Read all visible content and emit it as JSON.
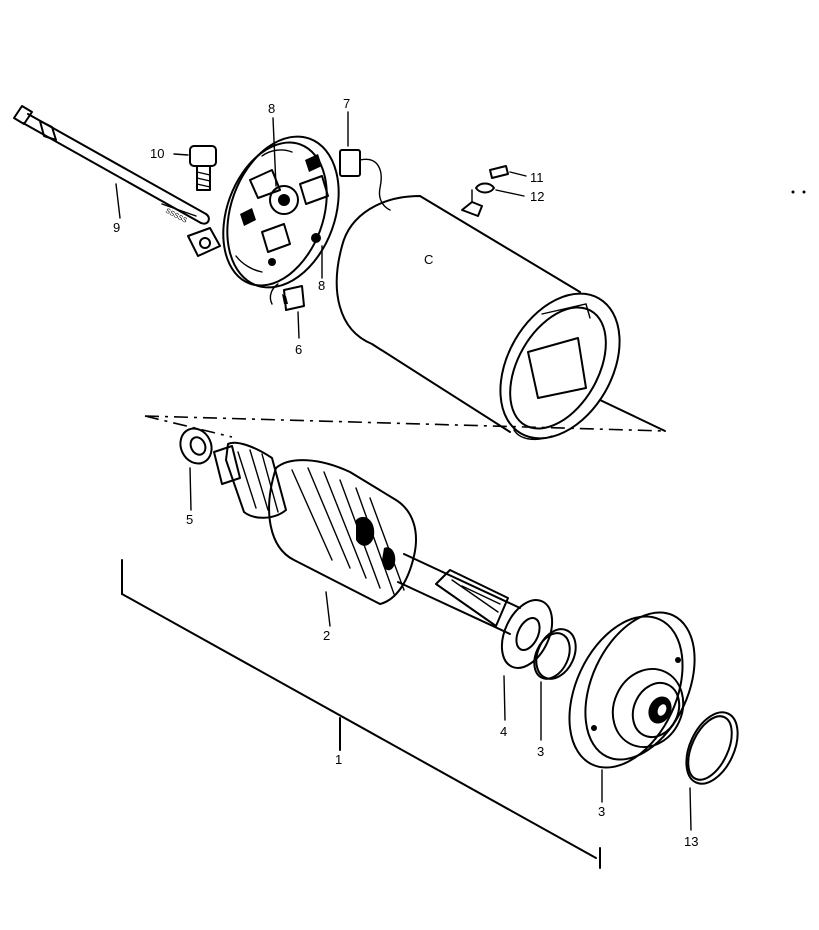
{
  "diagram": {
    "labels": {
      "assembly": "1",
      "armature": "2",
      "end_cover": "3",
      "washer_3": "3",
      "washer_4": "4",
      "washer_5": "5",
      "brush_6": "6",
      "brush_7": "7",
      "brush_holder_8a": "8",
      "brush_holder_8b": "8",
      "through_bolt": "9",
      "screw_10": "10",
      "part_11": "11",
      "part_12": "12",
      "o_ring": "13",
      "yoke_mark": "C"
    }
  }
}
